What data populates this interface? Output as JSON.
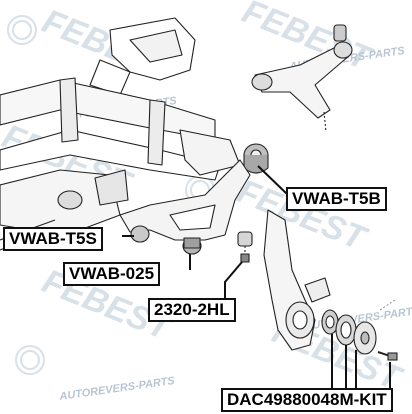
{
  "watermark": {
    "brand": "FEBEST",
    "site": "AUTOREVERS-PARTS",
    "color": "#b9c6d6"
  },
  "callouts": {
    "t5b": "VWAB-T5B",
    "t5s": "VWAB-T5S",
    "ab025": "VWAB-025",
    "ball_joint": "2320-2HL",
    "hub_kit": "DAC49880048M-KIT"
  }
}
